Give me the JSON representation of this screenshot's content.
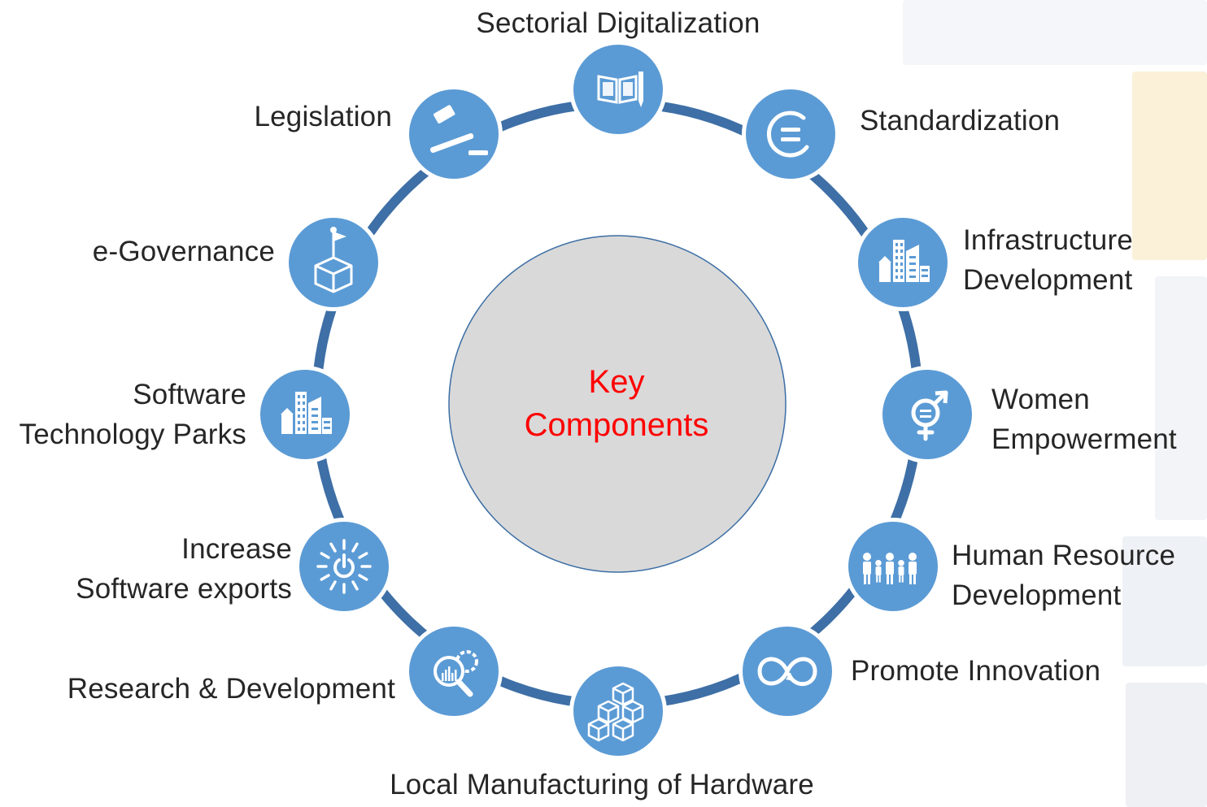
{
  "center": {
    "title": "Key\nComponents"
  },
  "components": [
    {
      "id": "sectorial-digitalization",
      "label": "Sectorial Digitalization",
      "icon": "book-pencil-icon"
    },
    {
      "id": "standardization",
      "label": "Standardization",
      "icon": "equals-circle-icon"
    },
    {
      "id": "infrastructure-development",
      "label": "Infrastructure\nDevelopment",
      "icon": "city-buildings-icon"
    },
    {
      "id": "women-empowerment",
      "label": "Women\nEmpowerment",
      "icon": "gender-equality-icon"
    },
    {
      "id": "human-resource-development",
      "label": "Human Resource\nDevelopment",
      "icon": "family-people-icon"
    },
    {
      "id": "promote-innovation",
      "label": "Promote Innovation",
      "icon": "infinity-icon"
    },
    {
      "id": "local-manufacturing-of-hardware",
      "label": "Local Manufacturing of Hardware",
      "icon": "stacked-cubes-icon"
    },
    {
      "id": "research-development",
      "label": "Research & Development",
      "icon": "magnifier-chart-gear-icon"
    },
    {
      "id": "increase-software-exports",
      "label": "Increase\nSoftware exports",
      "icon": "power-sun-icon"
    },
    {
      "id": "software-technology-parks",
      "label": "Software\nTechnology Parks",
      "icon": "city-buildings-icon"
    },
    {
      "id": "e-governance",
      "label": "e-Governance",
      "icon": "ballot-box-flag-icon"
    },
    {
      "id": "legislation",
      "label": "Legislation",
      "icon": "gavel-icon"
    }
  ],
  "colors": {
    "ring": "#3e6fa6",
    "node_fill": "#5b9bd5",
    "node_stroke": "#ffffff",
    "center_fill": "#d9d9d9",
    "center_stroke": "#3b6ea5",
    "center_text": "#ff0000",
    "label_text": "#262626"
  }
}
